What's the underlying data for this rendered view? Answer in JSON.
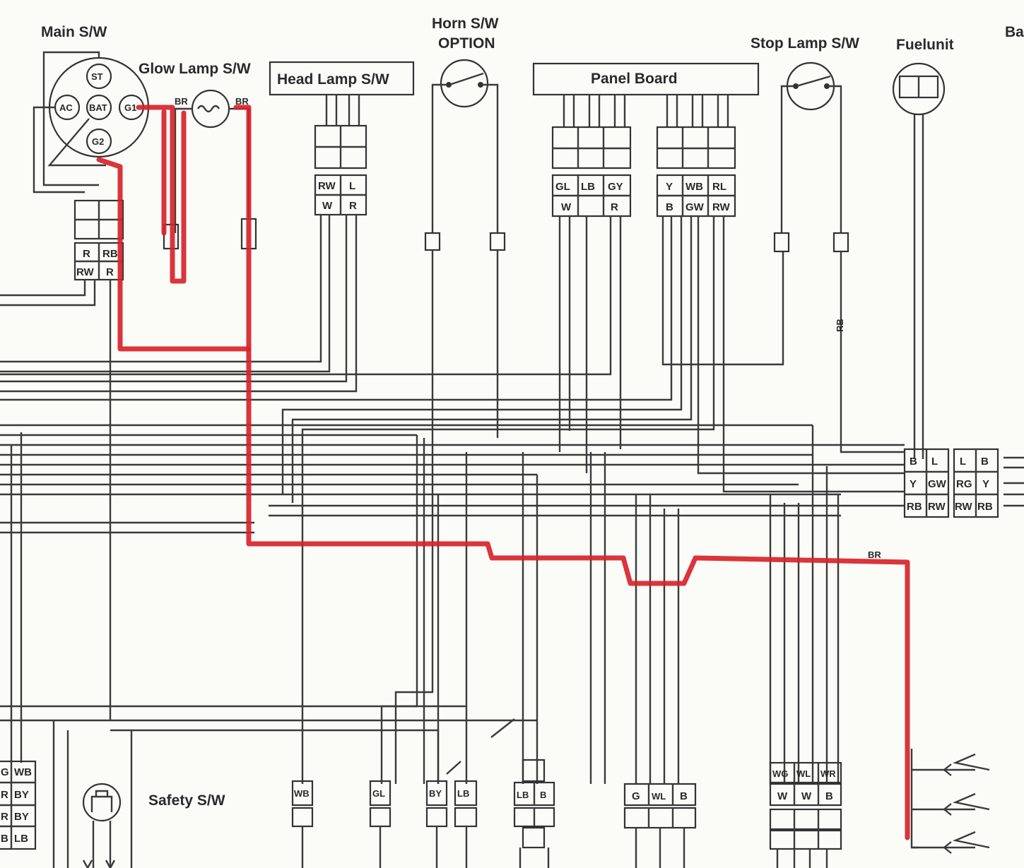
{
  "labels": {
    "main_sw": "Main S/W",
    "glow_lamp_sw": "Glow Lamp S/W",
    "head_lamp_sw": "Head Lamp S/W",
    "horn_sw_line1": "Horn S/W",
    "horn_sw_line2": "OPTION",
    "panel_board": "Panel Board",
    "stop_lamp_sw": "Stop Lamp S/W",
    "fuelunit": "Fuelunit",
    "cut_off_label": "Ba",
    "safety_sw": "Safety S/W"
  },
  "main_switch_terminals": [
    "ST",
    "AC",
    "BAT",
    "G1",
    "G2"
  ],
  "wire_tags": {
    "glow_left": "BR",
    "glow_right": "BR",
    "fuel_vertical": "RB",
    "red_path": "BR"
  },
  "connectors": {
    "main_sw": [
      [
        "R",
        "RB"
      ],
      [
        "RW",
        "R"
      ]
    ],
    "head_lamp": [
      [
        "RW",
        "L"
      ],
      [
        "W",
        "R"
      ]
    ],
    "panel_left": [
      [
        "GL",
        "LB",
        "GY"
      ],
      [
        "W",
        "",
        "R"
      ]
    ],
    "panel_right": [
      [
        "Y",
        "WB",
        "RL"
      ],
      [
        "B",
        "GW",
        "RW"
      ]
    ],
    "right_a": [
      [
        "B",
        "L"
      ],
      [
        "Y",
        "GW"
      ],
      [
        "RB",
        "RW"
      ]
    ],
    "right_b": [
      [
        "L",
        "B"
      ],
      [
        "RG",
        "Y"
      ],
      [
        "RW",
        "RB"
      ]
    ],
    "left_edge": [
      [
        "G",
        "WB"
      ],
      [
        "R",
        "BY"
      ],
      [
        "R",
        "BY"
      ],
      [
        "B",
        "LB"
      ]
    ],
    "bottom_single": [
      "WB",
      "GL",
      "BY",
      "LB"
    ],
    "bottom_lbb": [
      "LB",
      "B"
    ],
    "bottom_gwlb": [
      "G",
      "WL",
      "B"
    ],
    "bottom_triple": [
      [
        "WG",
        "WL",
        "WR"
      ],
      [
        "W",
        "W",
        "B"
      ]
    ]
  },
  "colors": {
    "highlight": "#d8232a",
    "ink": "#333333",
    "paper": "#fbfbf8"
  }
}
